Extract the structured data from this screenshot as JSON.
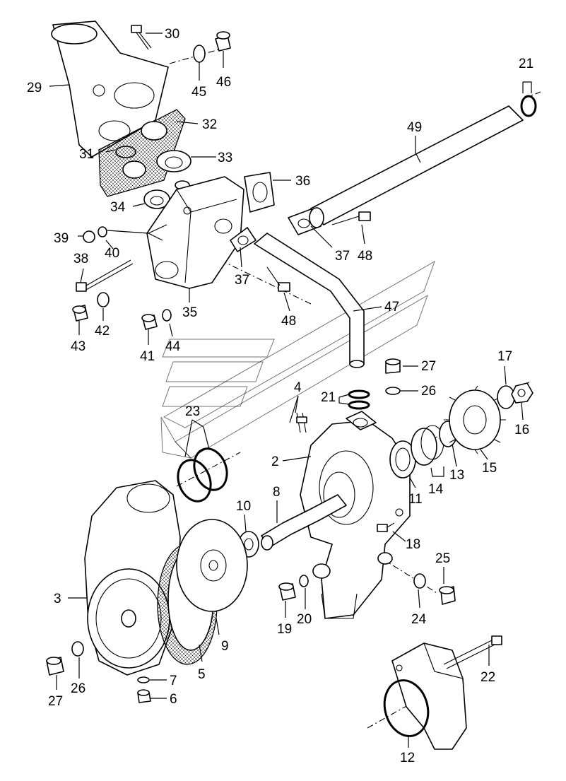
{
  "callouts": [
    {
      "id": "c30",
      "text": "30"
    },
    {
      "id": "c46",
      "text": "46"
    },
    {
      "id": "c29",
      "text": "29"
    },
    {
      "id": "c45",
      "text": "45"
    },
    {
      "id": "c21a",
      "text": "21"
    },
    {
      "id": "c32",
      "text": "32"
    },
    {
      "id": "c49",
      "text": "49"
    },
    {
      "id": "c33",
      "text": "33"
    },
    {
      "id": "c31",
      "text": "31"
    },
    {
      "id": "c36",
      "text": "36"
    },
    {
      "id": "c34",
      "text": "34"
    },
    {
      "id": "c39",
      "text": "39"
    },
    {
      "id": "c40",
      "text": "40"
    },
    {
      "id": "c37a",
      "text": "37"
    },
    {
      "id": "c48a",
      "text": "48"
    },
    {
      "id": "c38",
      "text": "38"
    },
    {
      "id": "c37b",
      "text": "37"
    },
    {
      "id": "c35",
      "text": "35"
    },
    {
      "id": "c47",
      "text": "47"
    },
    {
      "id": "c42",
      "text": "42"
    },
    {
      "id": "c43",
      "text": "43"
    },
    {
      "id": "c48b",
      "text": "48"
    },
    {
      "id": "c41",
      "text": "41"
    },
    {
      "id": "c44",
      "text": "44"
    },
    {
      "id": "c17",
      "text": "17"
    },
    {
      "id": "c27a",
      "text": "27"
    },
    {
      "id": "c4",
      "text": "4"
    },
    {
      "id": "c21b",
      "text": "21"
    },
    {
      "id": "c26a",
      "text": "26"
    },
    {
      "id": "c23",
      "text": "23"
    },
    {
      "id": "c16",
      "text": "16"
    },
    {
      "id": "c2",
      "text": "2"
    },
    {
      "id": "c13",
      "text": "13"
    },
    {
      "id": "c15",
      "text": "15"
    },
    {
      "id": "c14",
      "text": "14"
    },
    {
      "id": "c8",
      "text": "8"
    },
    {
      "id": "c11",
      "text": "11"
    },
    {
      "id": "c10",
      "text": "10"
    },
    {
      "id": "c18",
      "text": "18"
    },
    {
      "id": "c25",
      "text": "25"
    },
    {
      "id": "c3",
      "text": "3"
    },
    {
      "id": "c9",
      "text": "9"
    },
    {
      "id": "c20",
      "text": "20"
    },
    {
      "id": "c19",
      "text": "19"
    },
    {
      "id": "c24",
      "text": "24"
    },
    {
      "id": "c5",
      "text": "5"
    },
    {
      "id": "c22",
      "text": "22"
    },
    {
      "id": "c7",
      "text": "7"
    },
    {
      "id": "c26b",
      "text": "26"
    },
    {
      "id": "c27b",
      "text": "27"
    },
    {
      "id": "c6",
      "text": "6"
    },
    {
      "id": "c12",
      "text": "12"
    }
  ]
}
